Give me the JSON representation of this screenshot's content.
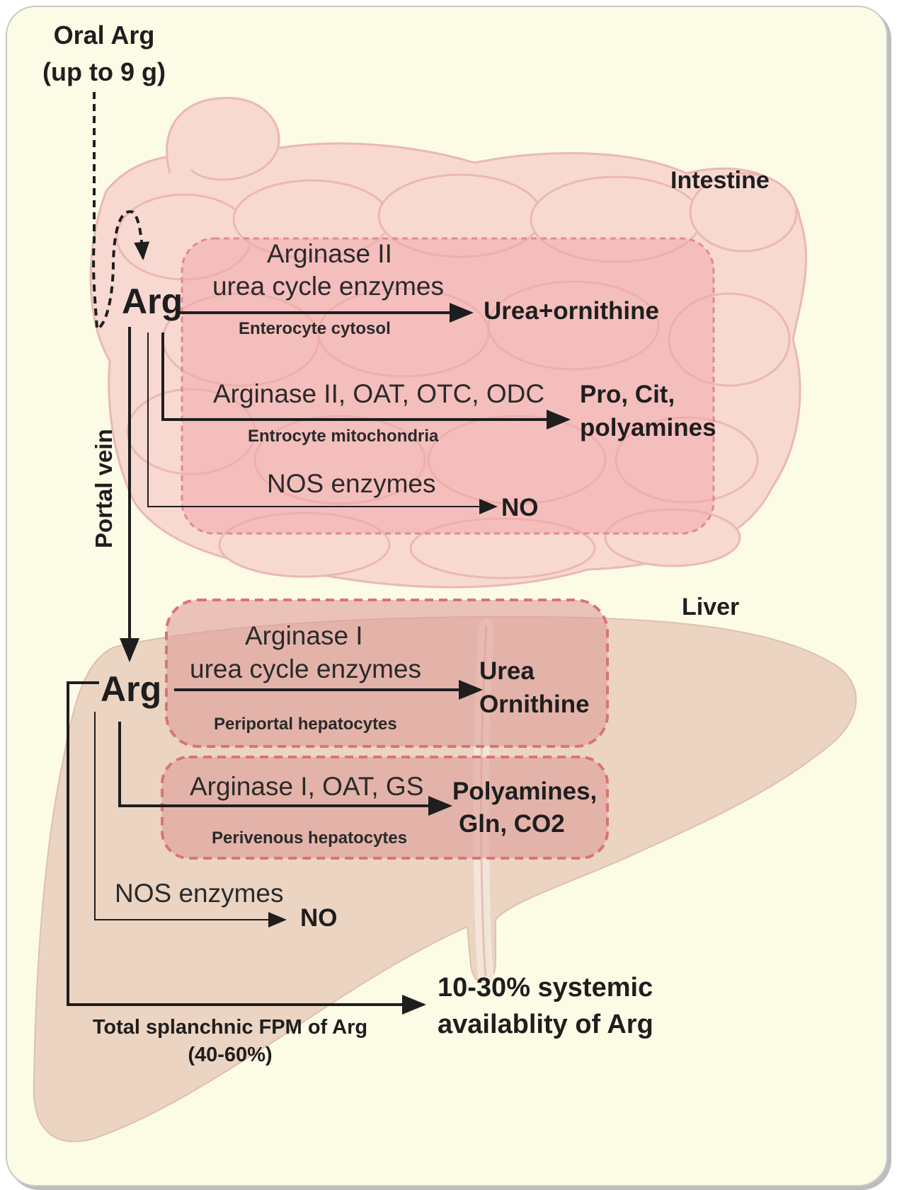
{
  "colors": {
    "background": "#fcfbe6",
    "intestine": "#f8d9d2",
    "intestine_box": "#f0a8aa",
    "liver": "#ecd4c2",
    "liver_box": "#dd9c98",
    "box_border": "#d9737a",
    "arrow": "#1e1e1e"
  },
  "oral": {
    "line1": "Oral Arg",
    "line2": "(up to 9 g)"
  },
  "intestine": {
    "label": "Intestine",
    "arg": "Arg",
    "path1": {
      "enzyme1": "Arginase II",
      "enzyme2": "urea cycle enzymes",
      "location": "Enterocyte cytosol",
      "product": "Urea+ornithine"
    },
    "path2": {
      "enzyme": "Arginase II, OAT, OTC, ODC",
      "location": "Entrocyte mitochondria",
      "product1": "Pro, Cit,",
      "product2": "polyamines"
    },
    "path3": {
      "enzyme": "NOS enzymes",
      "product": "NO"
    }
  },
  "portal_vein": "Portal vein",
  "liver": {
    "label": "Liver",
    "arg": "Arg",
    "path1": {
      "enzyme1": "Arginase I",
      "enzyme2": "urea cycle enzymes",
      "location": "Periportal hepatocytes",
      "product1": "Urea",
      "product2": "Ornithine"
    },
    "path2": {
      "enzyme": "Arginase I, OAT, GS",
      "location": "Perivenous hepatocytes",
      "product1": "Polyamines,",
      "product2": "Gln, CO2"
    },
    "path3": {
      "enzyme": "NOS enzymes",
      "product": "NO"
    }
  },
  "systemic": {
    "line1": "10-30% systemic",
    "line2": "availablity of Arg"
  },
  "fpm": {
    "line1": "Total splanchnic FPM of Arg",
    "line2": "(40-60%)"
  }
}
